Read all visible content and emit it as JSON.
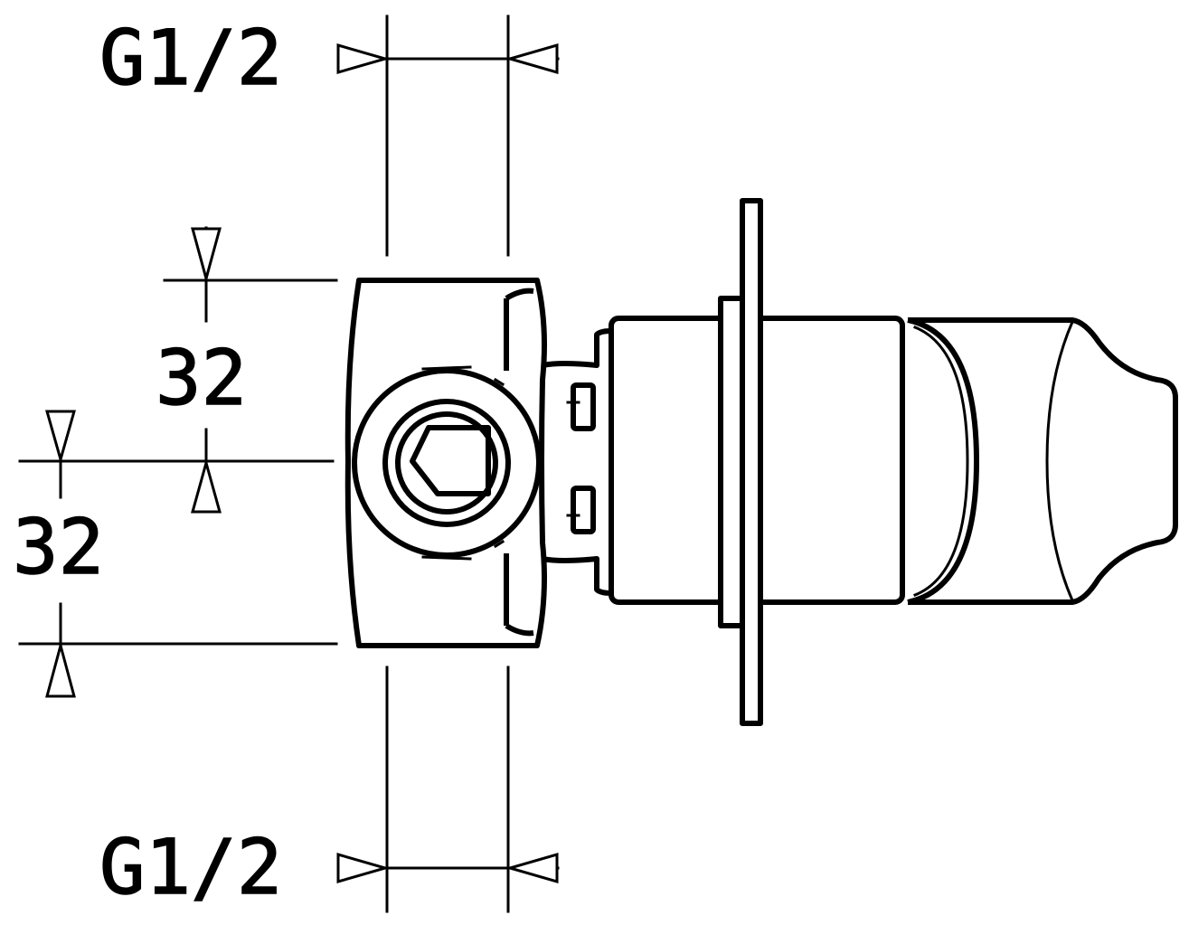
{
  "dimensions": {
    "thread_top": "G1/2",
    "thread_bottom": "G1/2",
    "spacing_upper": "32",
    "spacing_lower": "32"
  }
}
